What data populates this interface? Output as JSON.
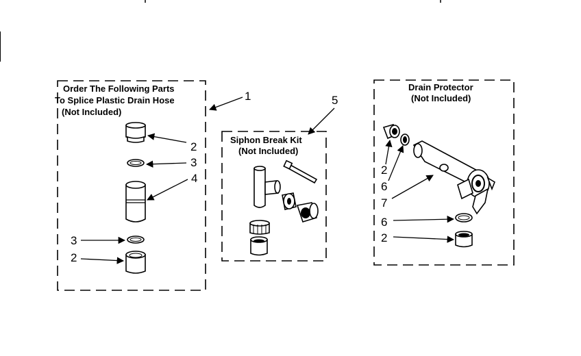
{
  "kit_splice": {
    "heading": [
      "Order The Following Parts",
      "To Splice Plastic Drain Hose",
      "(Not Included)"
    ],
    "callout": "1",
    "part_labels": [
      "2",
      "3",
      "4",
      "3",
      "2"
    ]
  },
  "kit_siphon": {
    "heading": [
      "Siphon Break Kit",
      "(Not Included)"
    ],
    "callout": "5"
  },
  "kit_drain": {
    "heading": [
      "Drain Protector",
      "(Not Included)"
    ],
    "part_labels": [
      "2",
      "6",
      "7",
      "6",
      "2"
    ]
  }
}
